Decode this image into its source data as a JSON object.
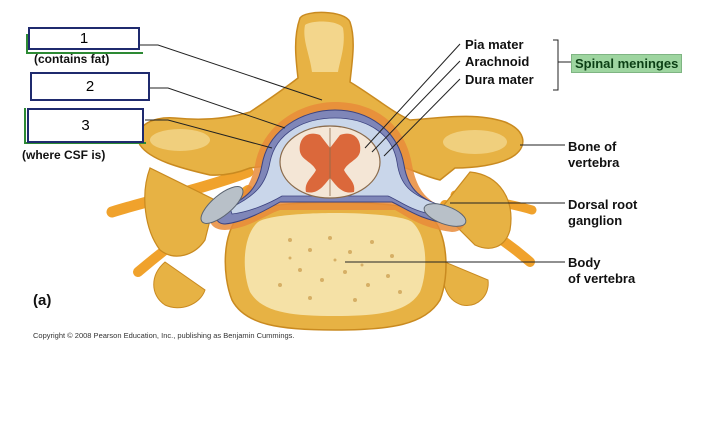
{
  "answer_boxes": [
    {
      "label": "1",
      "note": "(contains fat)"
    },
    {
      "label": "2",
      "note": ""
    },
    {
      "label": "3",
      "note": "(where CSF is)"
    }
  ],
  "labels": {
    "pia_mater": "Pia mater",
    "arachnoid": "Arachnoid",
    "dura_mater": "Dura mater",
    "spinal_meninges": "Spinal meninges",
    "bone_of_vertebra_1": "Bone of",
    "bone_of_vertebra_2": "vertebra",
    "dorsal_root_ganglion_1": "Dorsal root",
    "dorsal_root_ganglion_2": "ganglion",
    "body_of_vertebra_1": "Body",
    "body_of_vertebra_2": "of vertebra"
  },
  "panel_label": "(a)",
  "copyright": "Copyright © 2008 Pearson Education, Inc., publishing as Benjamin Cummings.",
  "colors": {
    "bone": "#e7b244",
    "bone_dark": "#c98a20",
    "bone_light": "#f3d68c",
    "vertebral_body": "#f5e1a6",
    "nerve": "#f0a22c",
    "fat_layer": "#e78b3a",
    "dura": "#7f86b8",
    "spinal_cord": "#f4e6d6",
    "gray_matter": "#d85a2a",
    "box_border": "#1f2a6e",
    "meninges_fill": "#9ed5a0"
  }
}
